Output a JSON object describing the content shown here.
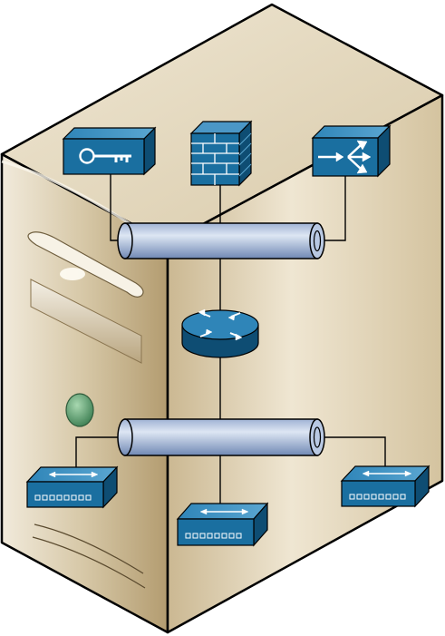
{
  "diagram": {
    "container": {
      "icon": "server-tower-icon"
    },
    "buses": [
      {
        "id": "upper",
        "icon": "network-bus-cylinder-icon"
      },
      {
        "id": "lower",
        "icon": "network-bus-cylinder-icon"
      }
    ],
    "devices": [
      {
        "id": "key-appliance",
        "icon": "encryption-key-appliance-icon"
      },
      {
        "id": "firewall",
        "icon": "firewall-brick-wall-icon"
      },
      {
        "id": "load-balancer",
        "icon": "content-switch-icon"
      },
      {
        "id": "router",
        "icon": "router-icon"
      },
      {
        "id": "switch-left",
        "icon": "workgroup-switch-icon"
      },
      {
        "id": "switch-center",
        "icon": "workgroup-switch-icon"
      },
      {
        "id": "switch-right",
        "icon": "workgroup-switch-icon"
      }
    ],
    "colors": {
      "device_blue": "#1a6fa0",
      "device_dark": "#0e4d73",
      "device_light": "#3d8fbf",
      "bus_light": "#c4d3e8",
      "bus_dark": "#6f86b0",
      "server_front": "#d9c9a6",
      "server_side": "#c2ad84",
      "server_top": "#e6dcc4",
      "led_green": "#4f9a66"
    }
  }
}
